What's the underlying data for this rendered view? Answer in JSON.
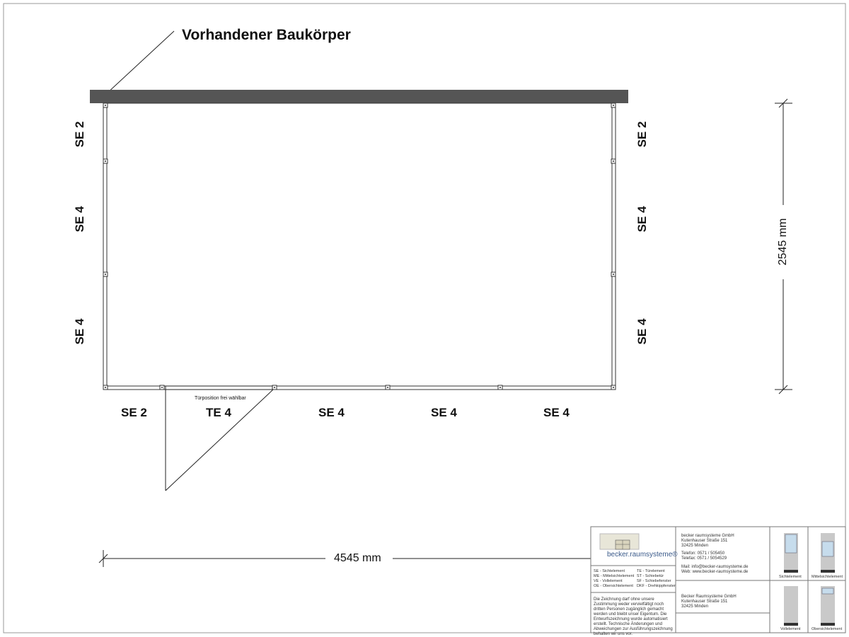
{
  "drawing": {
    "existing_building_label": "Vorhandener Baukörper",
    "left_elements": [
      "SE 2",
      "SE 4",
      "SE 4"
    ],
    "right_elements": [
      "SE 2",
      "SE 4",
      "SE 4"
    ],
    "front_elements": [
      "SE 2",
      "TE 4",
      "SE 4",
      "SE 4",
      "SE 4"
    ],
    "door_note": "Türposition frei wählbar",
    "depth_dimension": "2545 mm",
    "width_dimension": "4545 mm"
  },
  "title_block": {
    "logo_text": "becker.raumsysteme®",
    "legend": [
      [
        "SE - Sichtelement",
        "TE - Türelement"
      ],
      [
        "ME - Mittelsichtelement",
        "ST - Schiebetür"
      ],
      [
        "VE - Vollelement",
        "SF - Schiebefenster"
      ],
      [
        "OE - Obersichtelement",
        "DKF - Drehkippfenster"
      ]
    ],
    "disclaimer": "Die Zeichnung darf ohne unsere Zustimmung weder vervielfältigt noch dritten Personen zugänglich gemacht werden und bleibt unser Eigentum. Die Entwurfszeichnung wurde automatisiert erstellt. Technische Änderungen und Abweichungen zur Ausführungszeichnung behalten wir uns vor.",
    "company": [
      "becker raumsysteme GmbH",
      "Kutenhauser Straße 151",
      "32425 Minden"
    ],
    "phone": "Telefon: 0571 / 505450",
    "fax": "Telefax: 0571 / 5054529",
    "mail": "Mail: info@becker-raumsysteme.de",
    "web": "Web: www.becker-raumsysteme.de",
    "customer": [
      "Becker Raumsysteme GmbH",
      "Kutenhauser Straße 151",
      "32425 Minden"
    ],
    "element_types": [
      "Sichtelement",
      "Mittelsichtelement",
      "Vollelement",
      "Obersichtelement"
    ]
  },
  "colors": {
    "wall": "#555555",
    "glass": "#c6dcec",
    "panel": "#c9c9c9"
  }
}
